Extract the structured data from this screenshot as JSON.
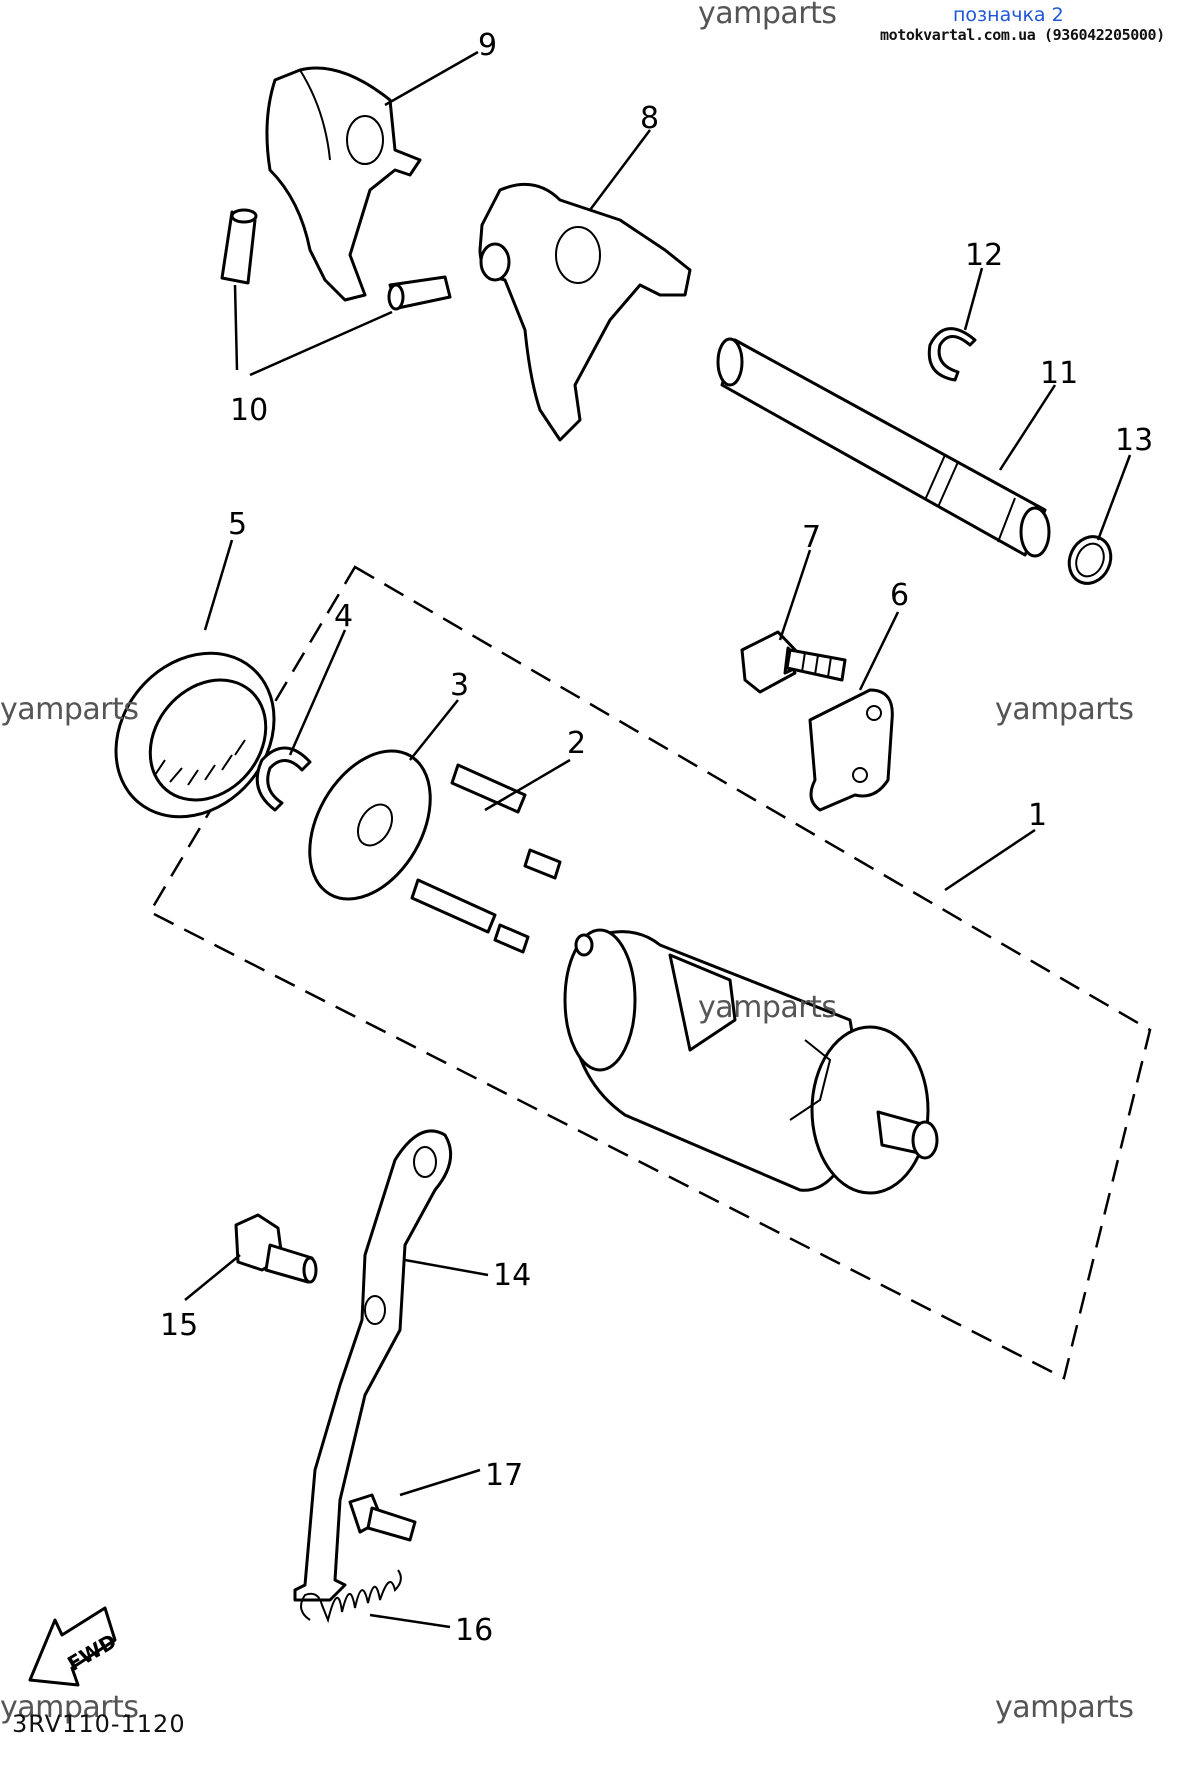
{
  "header": {
    "watermark": "yamparts",
    "source_label": "позначка 2",
    "source_site": "motokvartal.com.ua (936042205000)"
  },
  "diagram": {
    "code": "3RV110-1120",
    "fwd_label": "FWD",
    "callouts": [
      "1",
      "2",
      "3",
      "4",
      "5",
      "6",
      "7",
      "8",
      "9",
      "10",
      "11",
      "12",
      "13",
      "14",
      "15",
      "16",
      "17"
    ]
  }
}
